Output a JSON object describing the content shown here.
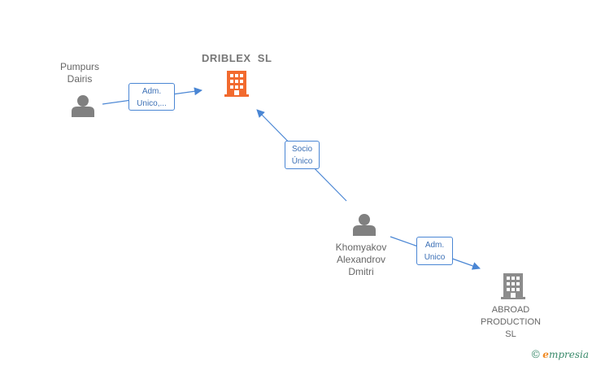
{
  "nodes": {
    "pumpurs": {
      "lines": [
        "Pumpurs",
        "Dairis"
      ]
    },
    "driblex": {
      "title": "DRIBLEX  SL"
    },
    "khomyakov": {
      "lines": [
        "Khomyakov",
        "Alexandrov",
        "Dmitri"
      ]
    },
    "abroad": {
      "lines": [
        "ABROAD",
        "PRODUCTION",
        "SL"
      ]
    }
  },
  "edges": {
    "pumpurs_driblex": {
      "lines": [
        "Adm.",
        "Unico,..."
      ]
    },
    "khomyakov_driblex": {
      "lines": [
        "Socio",
        "Único"
      ]
    },
    "khomyakov_abroad": {
      "lines": [
        "Adm.",
        "Unico"
      ]
    }
  },
  "brand": {
    "copyright": "©",
    "name_first": "e",
    "name_rest": "mpresia"
  },
  "colors": {
    "person": "#808080",
    "company_main": "#f26a2e",
    "company": "#8c8c8c",
    "edge": "#4a86d4"
  },
  "icons": {
    "person": "person-icon",
    "company": "building-icon"
  }
}
